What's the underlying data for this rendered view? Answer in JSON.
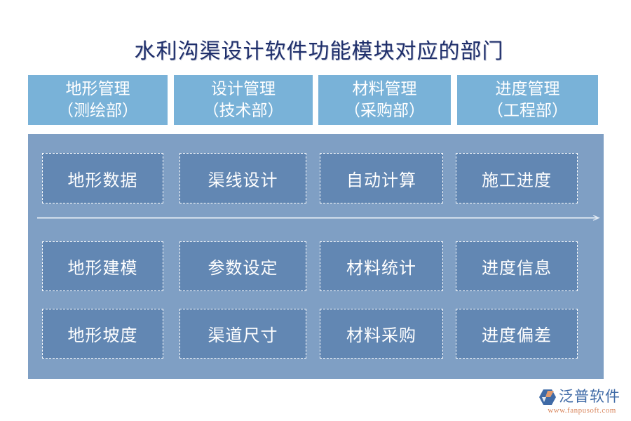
{
  "title": "水利沟渠设计软件功能模块对应的部门",
  "colors": {
    "title": "#1f2f6b",
    "department_header_bg": "#79b2d8",
    "panel_bg": "#7f9fc4",
    "module_bg": "#6287b3",
    "module_border": "#ffffff",
    "arrow": "#dfe8f2",
    "logo_blue": "#3f6aa6",
    "logo_orange": "#d8845a"
  },
  "departments": [
    {
      "name": "地形管理",
      "dept": "（测绘部）",
      "modules": [
        "地形数据",
        "地形建模",
        "地形坡度"
      ]
    },
    {
      "name": "设计管理",
      "dept": "（技术部）",
      "modules": [
        "渠线设计",
        "参数设定",
        "渠道尺寸"
      ]
    },
    {
      "name": "材料管理",
      "dept": "（采购部）",
      "modules": [
        "自动计算",
        "材料统计",
        "材料采购"
      ]
    },
    {
      "name": "进度管理",
      "dept": "（工程部）",
      "modules": [
        "施工进度",
        "进度信息",
        "进度偏差"
      ]
    }
  ],
  "flow_arrow": {
    "icon": "right-arrow-icon",
    "direction": "right"
  },
  "logo": {
    "icon": "fanpu-logo-icon",
    "name": "泛普软件",
    "url": "www.fanpusoft.com"
  }
}
